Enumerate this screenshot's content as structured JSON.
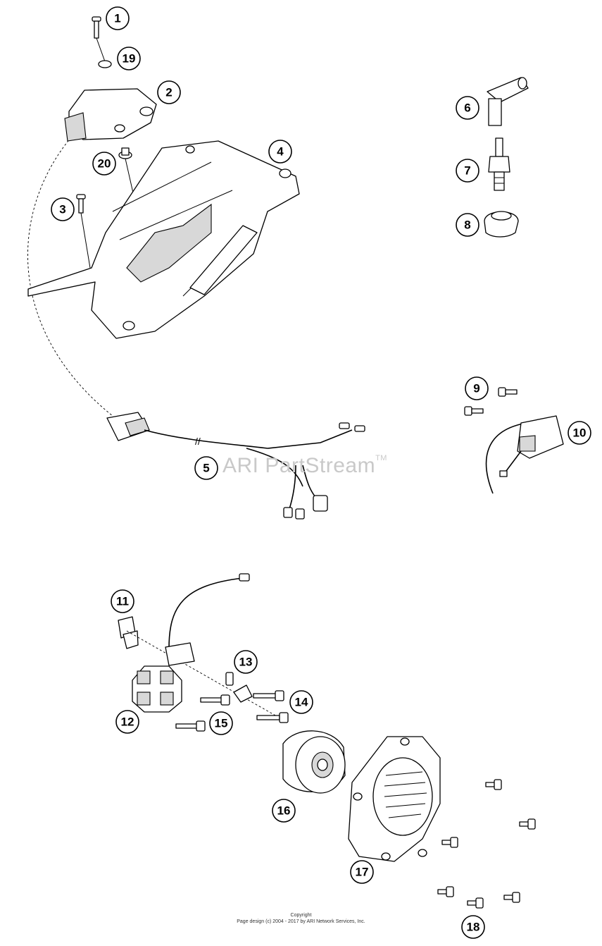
{
  "callouts": {
    "c1": "1",
    "c2": "2",
    "c3": "3",
    "c4": "4",
    "c5": "5",
    "c6": "6",
    "c7": "7",
    "c8": "8",
    "c9": "9",
    "c10": "10",
    "c11": "11",
    "c12": "12",
    "c13": "13",
    "c14": "14",
    "c15": "15",
    "c16": "16",
    "c17": "17",
    "c18": "18",
    "c19": "19",
    "c20": "20"
  },
  "watermark": {
    "brand": "ARI PartStream",
    "tm": "TM"
  },
  "footer": {
    "line1": "Copyright",
    "line2": "Page design (c) 2004 - 2017 by ARI Network Services, Inc."
  }
}
